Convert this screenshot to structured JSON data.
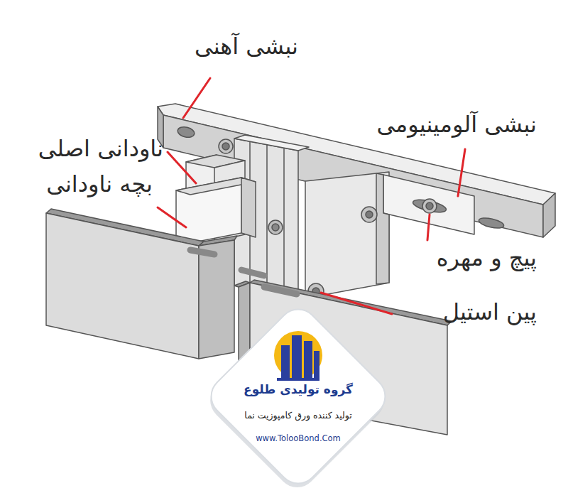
{
  "diagram": {
    "nodes": [
      {
        "text": [
          "گروه تولیدی طلوع",
          "تولید کننده ورق کامپوزیت نما",
          "www.TolooBond.Com"
        ]
      }
    ],
    "labels": [
      "نبشی آهنی",
      "نبشی آلومینیومی",
      "ناودانی اصلی",
      "بچه ناودانی",
      "پیچ و مهره",
      "پین استیل"
    ]
  }
}
